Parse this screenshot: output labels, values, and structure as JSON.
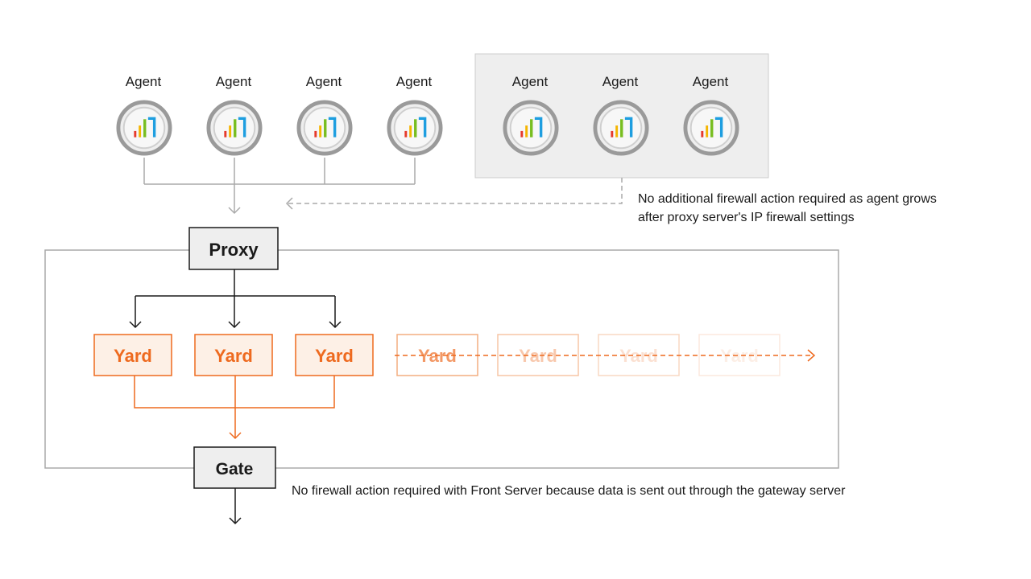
{
  "agents_direct": [
    {
      "label": "Agent"
    },
    {
      "label": "Agent"
    },
    {
      "label": "Agent"
    },
    {
      "label": "Agent"
    }
  ],
  "agents_added": [
    {
      "label": "Agent"
    },
    {
      "label": "Agent"
    },
    {
      "label": "Agent"
    }
  ],
  "proxy": {
    "label": "Proxy"
  },
  "gate": {
    "label": "Gate"
  },
  "yards": [
    {
      "label": "Yard",
      "faded": false
    },
    {
      "label": "Yard",
      "faded": false
    },
    {
      "label": "Yard",
      "faded": false
    },
    {
      "label": "Yard",
      "faded": true
    },
    {
      "label": "Yard",
      "faded": true
    },
    {
      "label": "Yard",
      "faded": true
    },
    {
      "label": "Yard",
      "faded": true
    }
  ],
  "notes": {
    "agent_growth_line1": "No additional firewall action required as agent grows",
    "agent_growth_line2": "after proxy server's IP firewall settings",
    "gateway": "No firewall action required with Front Server because data is sent out through the gateway server"
  },
  "colors": {
    "accent": "#ee6a1f",
    "yard_fill": "#fdf0e6",
    "box_fill": "#eeeeee",
    "panel_fill": "#eeeeee",
    "frame": "#aaaaaa",
    "bar_red": "#e53a2c",
    "bar_yellow": "#f5b500",
    "bar_green": "#78be20",
    "bar_blue": "#1e9ee0"
  }
}
